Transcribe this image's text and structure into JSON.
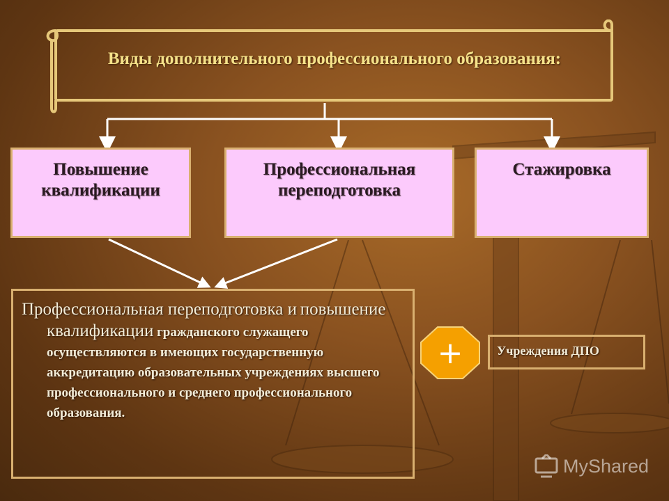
{
  "title": "Виды дополнительного профессионального образования:",
  "types": [
    {
      "label": "Повышение квалификации"
    },
    {
      "label": "Профессиональная переподготовка"
    },
    {
      "label": "Стажировка"
    }
  ],
  "main_text": {
    "line1": "Профессиональная переподготовка и",
    "line2_big": "повышение квалификации",
    "rest": " гражданского служащего осуществляются в имеющих государственную аккредитацию образовательных учреждениях высшего профессионального и среднего профессионального образования."
  },
  "plus_symbol": "+",
  "dpo_label": "Учреждения ДПО",
  "watermark": "MyShared",
  "colors": {
    "box_fill": "#fccafc",
    "border": "#d9b070",
    "title_text": "#f5e28a",
    "octagon_fill": "#f5a000",
    "arrow": "#ffffff"
  }
}
